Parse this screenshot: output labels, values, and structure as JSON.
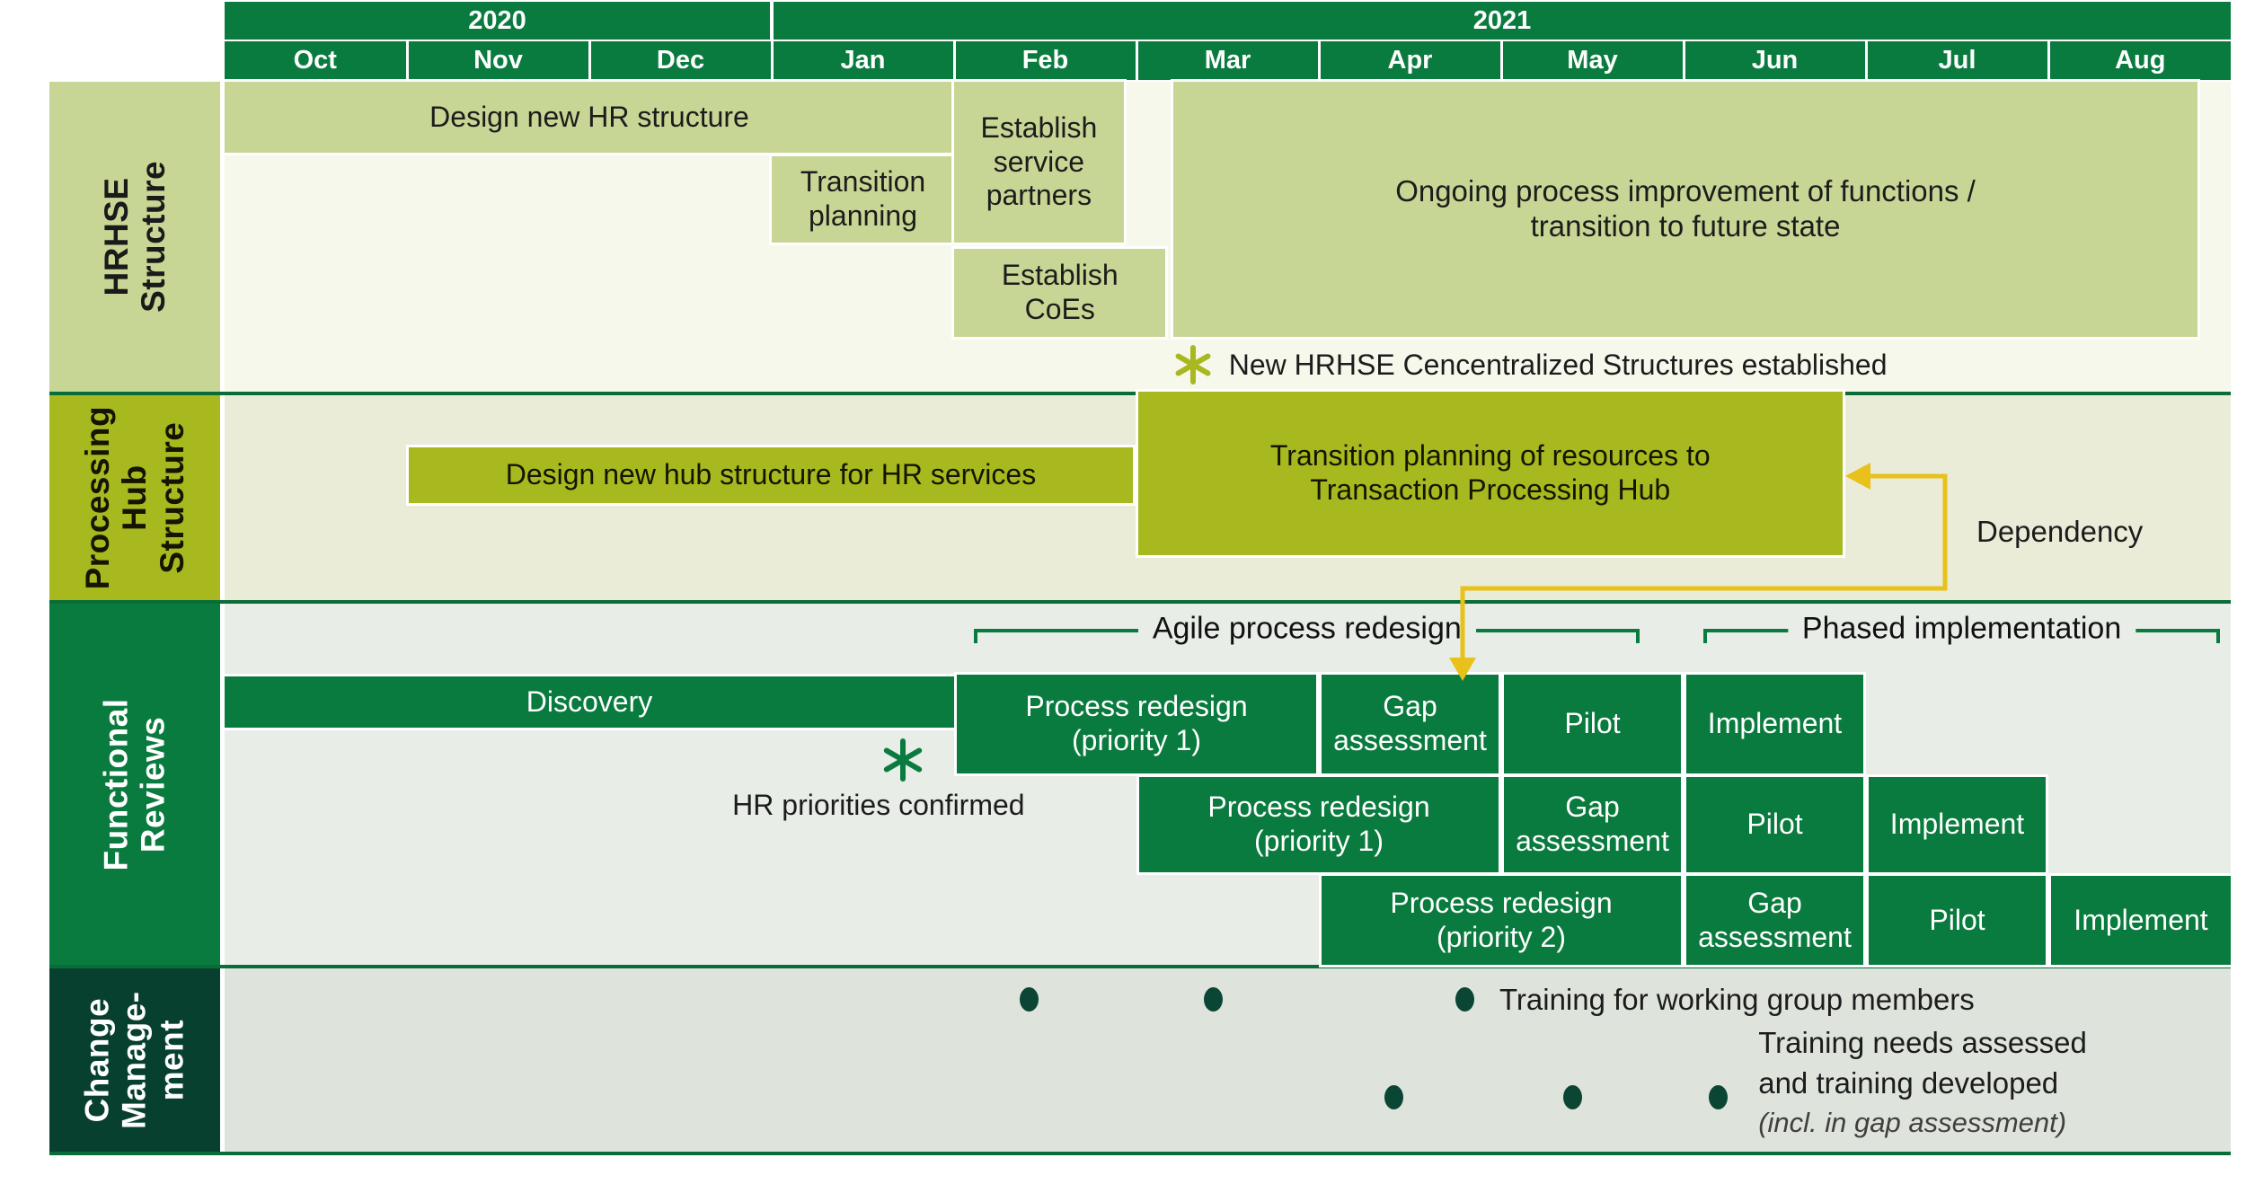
{
  "colors": {
    "green": "#0A7B3E",
    "dark_green_sidebar": "#07402F",
    "divider_green": "#0A6C39",
    "light_green": "#C7D694",
    "light_green_row_bg": "#F6F8EB",
    "olive": "#A8B81F",
    "olive_row_bg": "#EBECD8",
    "functional_row_bg": "#E8EDE7",
    "change_row_bg": "#DEE4DC",
    "arrow_yellow": "#E8C21A",
    "bullet_green": "#0B4534",
    "milestone_olive": "#A8B81F",
    "milestone_green": "#0A7B3E"
  },
  "timeline": {
    "years": [
      {
        "label": "2020",
        "start": 0,
        "end": 3
      },
      {
        "label": "2021",
        "start": 3,
        "end": 11
      }
    ],
    "months": [
      "Oct",
      "Nov",
      "Dec",
      "Jan",
      "Feb",
      "Mar",
      "Apr",
      "May",
      "Jun",
      "Jul",
      "Aug"
    ]
  },
  "chart_data": {
    "type": "gantt",
    "time_unit": "months, index 0 = Oct 2020 through index 10 = Aug 2021",
    "swimlanes": [
      {
        "id": "hrhse",
        "label": "HRHSE\nStructure",
        "bars": [
          {
            "id": "design-hr",
            "label": "Design new HR structure",
            "start": 0,
            "end": 4
          },
          {
            "id": "transition-planning",
            "label": "Transition\nplanning",
            "start": 3,
            "end": 4
          },
          {
            "id": "establish-service-partners",
            "label": "Establish\nservice\npartners",
            "start": 4,
            "end": 4.93
          },
          {
            "id": "establish-coes",
            "label": "Establish\nCoEs",
            "start": 4,
            "end": 5.16
          },
          {
            "id": "ongoing-improvement",
            "label": "Ongoing process improvement of functions /\ntransition to future state",
            "start": 5.2,
            "end": 10.82
          }
        ],
        "milestone": {
          "symbol": "asterisk",
          "label": "New HRHSE Cencentralized Structures established",
          "month": 5.25
        }
      },
      {
        "id": "processing-hub",
        "label": "Processing\nHub\nStructure",
        "bars": [
          {
            "id": "design-hub",
            "label": "Design new hub structure for HR services",
            "start": 1.01,
            "end": 4.98
          },
          {
            "id": "transition-hub",
            "label": "Transition planning of resources to\nTransaction Processing Hub",
            "start": 5.01,
            "end": 8.87
          }
        ],
        "dependency_label": "Dependency"
      },
      {
        "id": "functional-reviews",
        "label": "Functional\nReviews",
        "brackets": [
          {
            "id": "agile",
            "label": "Agile process redesign",
            "start": 4.11,
            "end": 7.76
          },
          {
            "id": "phased",
            "label": "Phased implementation",
            "start": 8.11,
            "end": 10.94
          }
        ],
        "bars": [
          {
            "id": "discovery",
            "label": "Discovery",
            "start": 0,
            "end": 4
          }
        ],
        "milestone": {
          "symbol": "asterisk",
          "label": "HR priorities confirmed",
          "month": 3.72
        },
        "waves": [
          {
            "cells": [
              {
                "label": "Process redesign\n(priority 1)",
                "start": 4,
                "end": 6
              },
              {
                "label": "Gap\nassessment",
                "start": 6,
                "end": 7
              },
              {
                "label": "Pilot",
                "start": 7,
                "end": 8
              },
              {
                "label": "Implement",
                "start": 8,
                "end": 9
              }
            ]
          },
          {
            "cells": [
              {
                "label": "Process redesign\n(priority 1)",
                "start": 5,
                "end": 7
              },
              {
                "label": "Gap\nassessment",
                "start": 7,
                "end": 8
              },
              {
                "label": "Pilot",
                "start": 8,
                "end": 9
              },
              {
                "label": "Implement",
                "start": 9,
                "end": 10
              }
            ]
          },
          {
            "cells": [
              {
                "label": "Process redesign\n(priority 2)",
                "start": 6,
                "end": 8
              },
              {
                "label": "Gap\nassessment",
                "start": 8,
                "end": 9
              },
              {
                "label": "Pilot",
                "start": 9,
                "end": 10
              },
              {
                "label": "Implement",
                "start": 10,
                "end": 11
              }
            ]
          }
        ]
      },
      {
        "id": "change-management",
        "label": "Change\nManage-\nment",
        "bullet_lines": [
          {
            "label": "Training for working group members",
            "bullets": [
              4.41,
              5.42,
              6.8
            ],
            "label_month": 6.99
          },
          {
            "label_lines": [
              "Training needs assessed",
              "and training developed",
              "(incl. in gap assessment)"
            ],
            "bullets": [
              6.41,
              7.39,
              8.19
            ],
            "label_month": 8.41
          }
        ]
      }
    ]
  }
}
